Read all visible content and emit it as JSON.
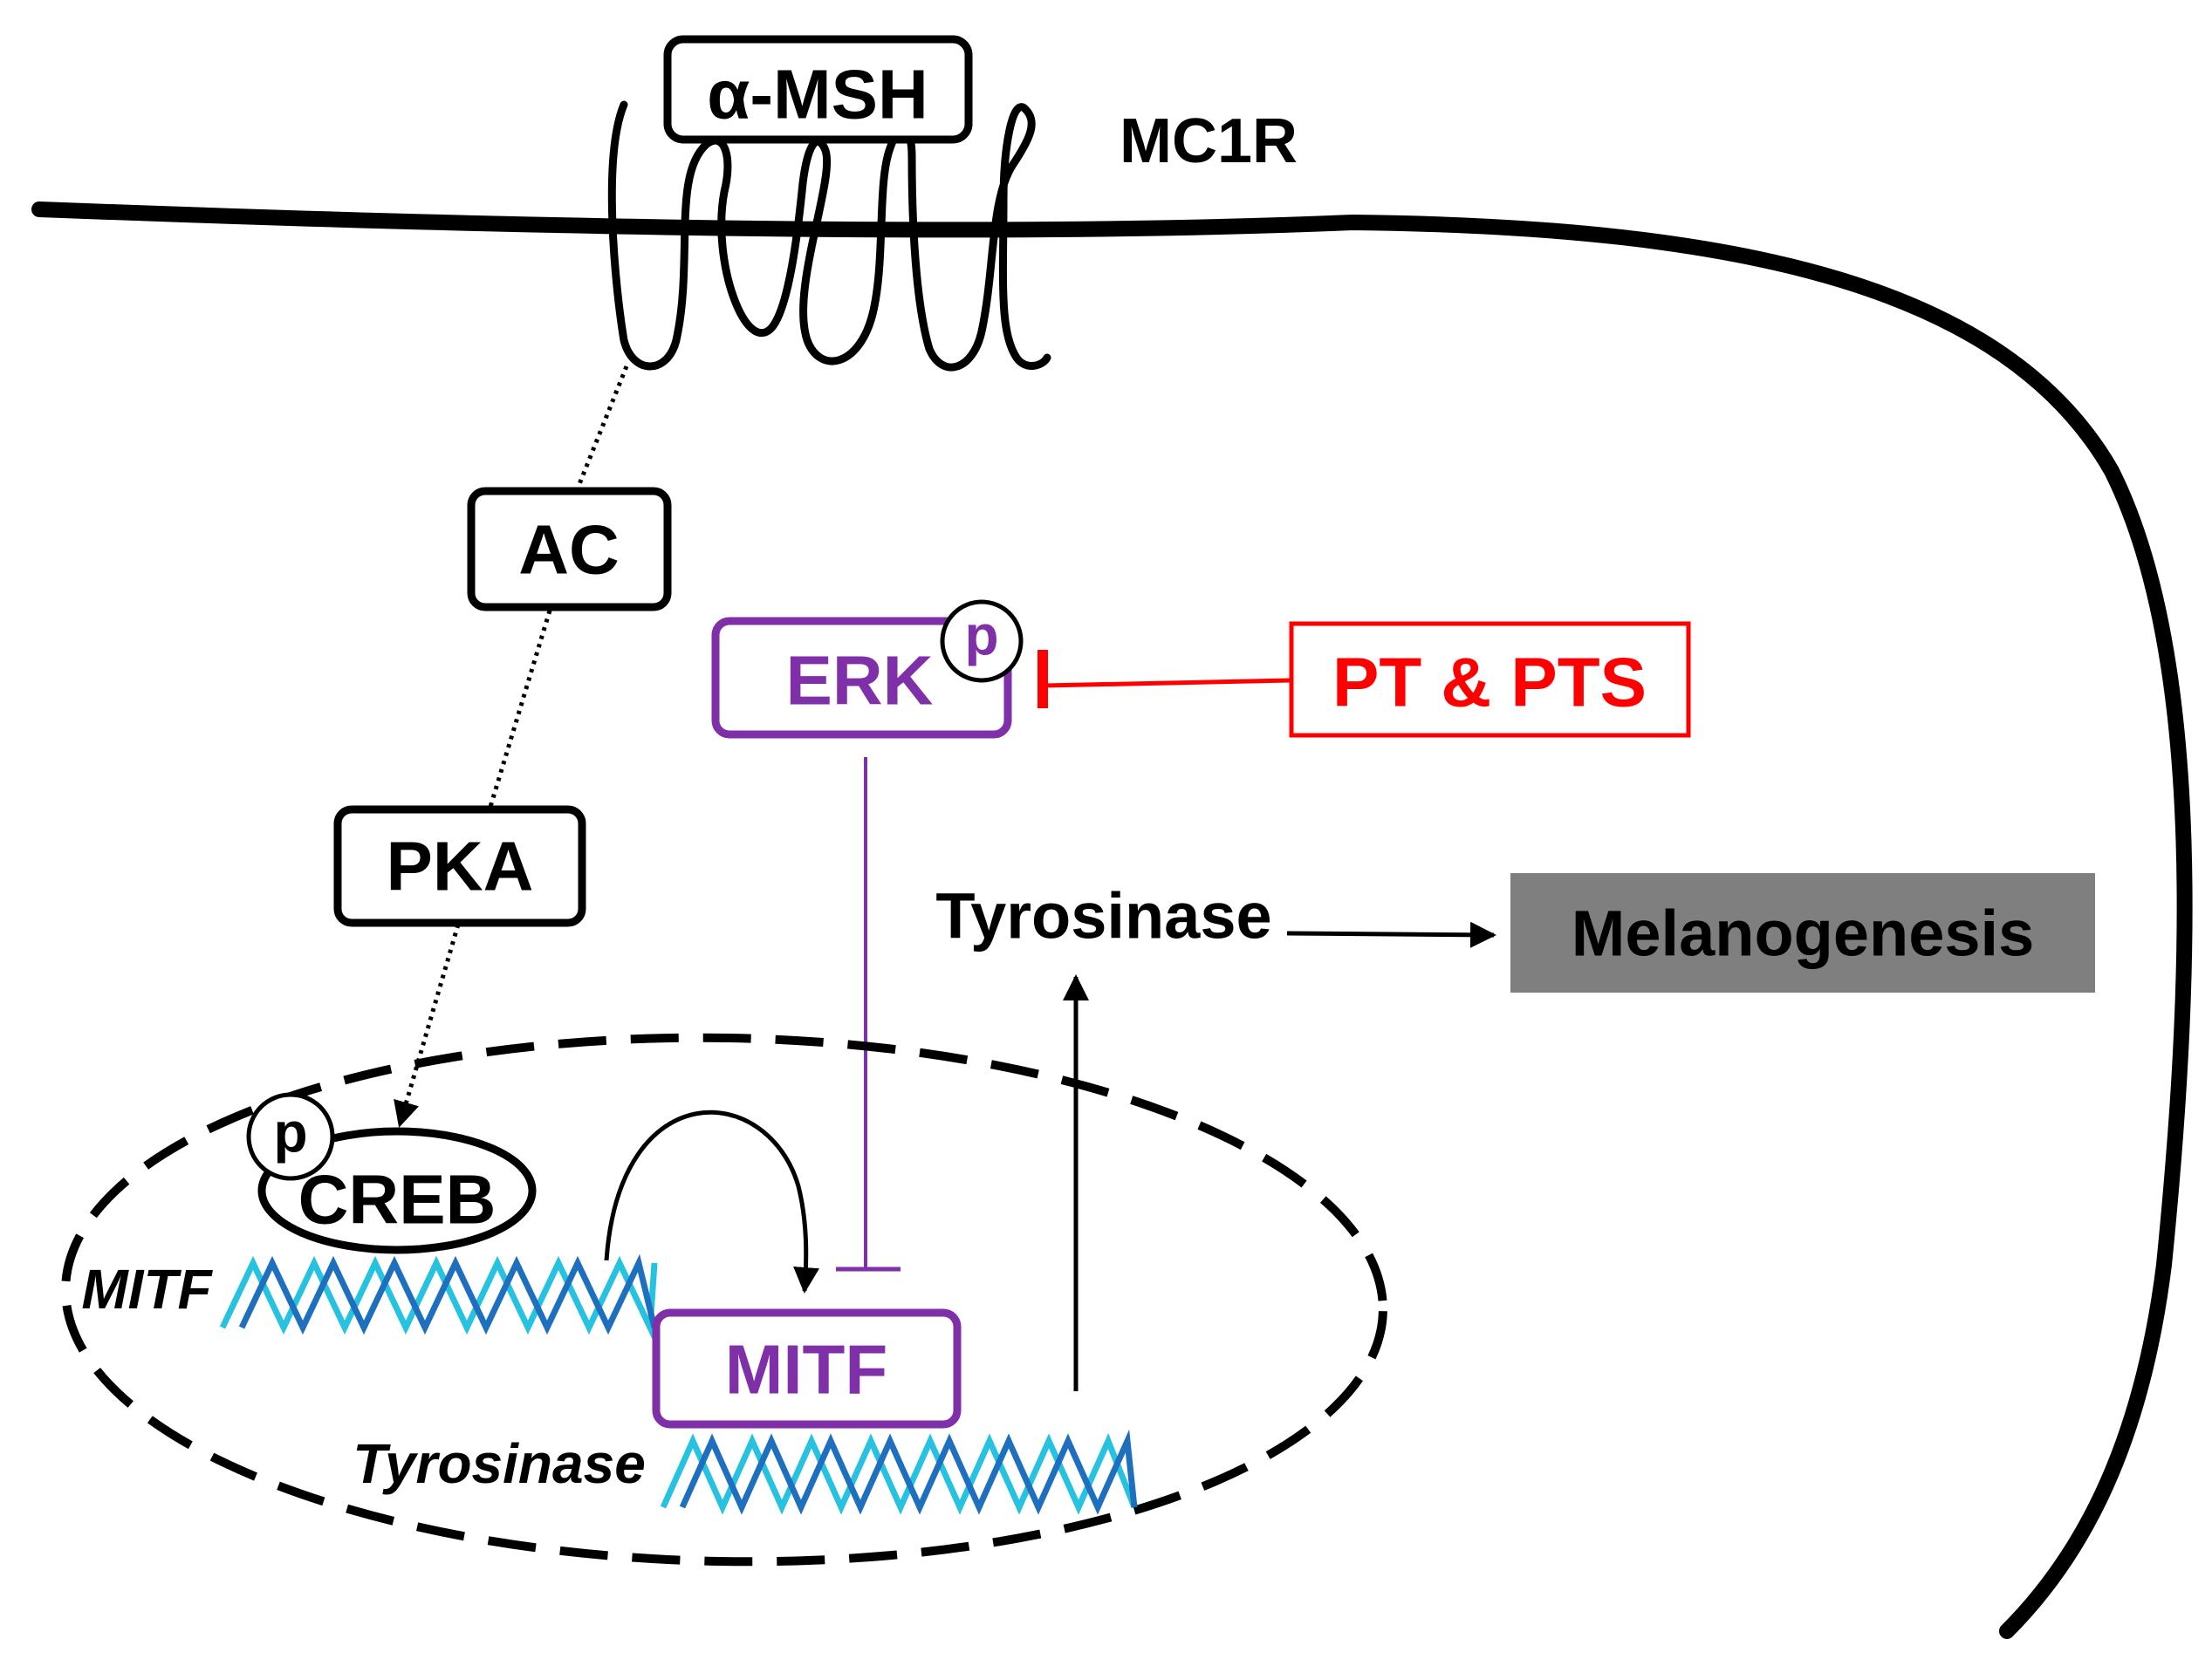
{
  "labels": {
    "ligand": "α-MSH",
    "receptor": "MC1R",
    "ac": "AC",
    "pka": "PKA",
    "erk": "ERK",
    "phospho": "p",
    "inhibitor": "PT & PTS",
    "creb": "CREB",
    "mitf_gene": "MITF",
    "mitf_protein": "MITF",
    "tyrosinase_gene": "Tyrosinase",
    "tyrosinase_protein": "Tyrosinase",
    "melanogenesis": "Melanogenesis"
  },
  "colors": {
    "black": "#000000",
    "purple": "#7f2fa8",
    "red": "#ff0000",
    "dna_light": "#27c2e0",
    "dna_dark": "#1f6fbf",
    "melanogenesis_fill": "#7f7f7f"
  }
}
